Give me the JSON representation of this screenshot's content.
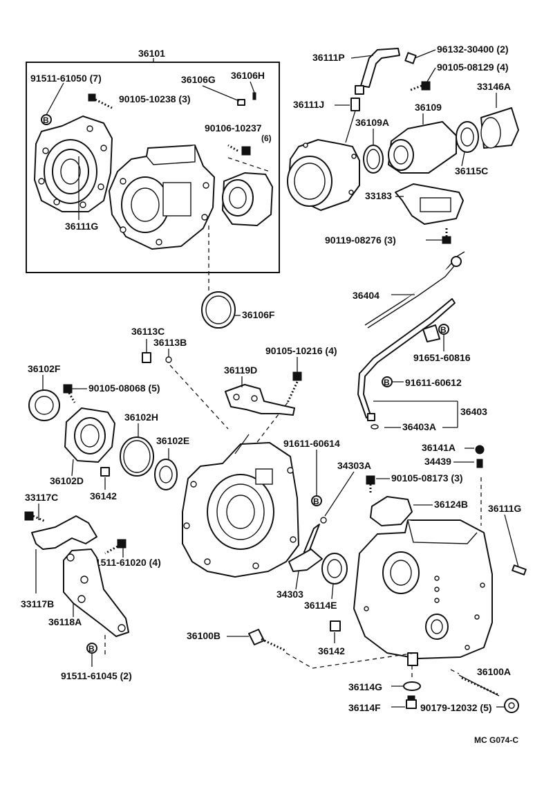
{
  "labels": {
    "group_36101": "36101",
    "p91511_61050": "91511-61050 (7)",
    "p36106G": "36106G",
    "p36106H": "36106H",
    "p90105_10238": "90105-10238 (3)",
    "p90106_10237": "90106-10237",
    "p90106_10237_qty": "(6)",
    "p36111G_a": "36111G",
    "p36106F": "36106F",
    "p36111P": "36111P",
    "p96132_30400": "96132-30400 (2)",
    "p90105_08129": "90105-08129 (4)",
    "p36111J": "36111J",
    "p33146A": "33146A",
    "p36109": "36109",
    "p36109A": "36109A",
    "p36115C": "36115C",
    "p33183": "33183",
    "p90119_08276": "90119-08276 (3)",
    "p36404": "36404",
    "p91651_60816": "91651-60816",
    "p91611_60612": "91611-60612",
    "p36403": "36403",
    "p36403A": "36403A",
    "p36113C": "36113C",
    "p36113B": "36113B",
    "p90105_10216": "90105-10216 (4)",
    "p36102F": "36102F",
    "p90105_08068": "90105-08068 (5)",
    "p36119D": "36119D",
    "p36102H": "36102H",
    "p36102E": "36102E",
    "p36102D": "36102D",
    "p36142_a": "36142",
    "p91611_60614": "91611-60614",
    "p34303A": "34303A",
    "p36141A": "36141A",
    "p34439": "34439",
    "p90105_08173": "90105-08173 (3)",
    "p36124B": "36124B",
    "p36111G_b": "36111G",
    "p33117C": "33117C",
    "p91511_61020": "91511-61020 (4)",
    "p33117B": "33117B",
    "p36118A": "36118A",
    "p34303": "34303",
    "p36114E": "36114E",
    "p36100B": "36100B",
    "p36142_b": "36142",
    "p91511_61045": "91511-61045 (2)",
    "p36100A": "36100A",
    "p36114G": "36114G",
    "p36114F": "36114F",
    "p90179_12032": "90179-12032 (5)",
    "diagram_code": "MC G074-C"
  },
  "marks": {
    "circle_b": "B"
  }
}
